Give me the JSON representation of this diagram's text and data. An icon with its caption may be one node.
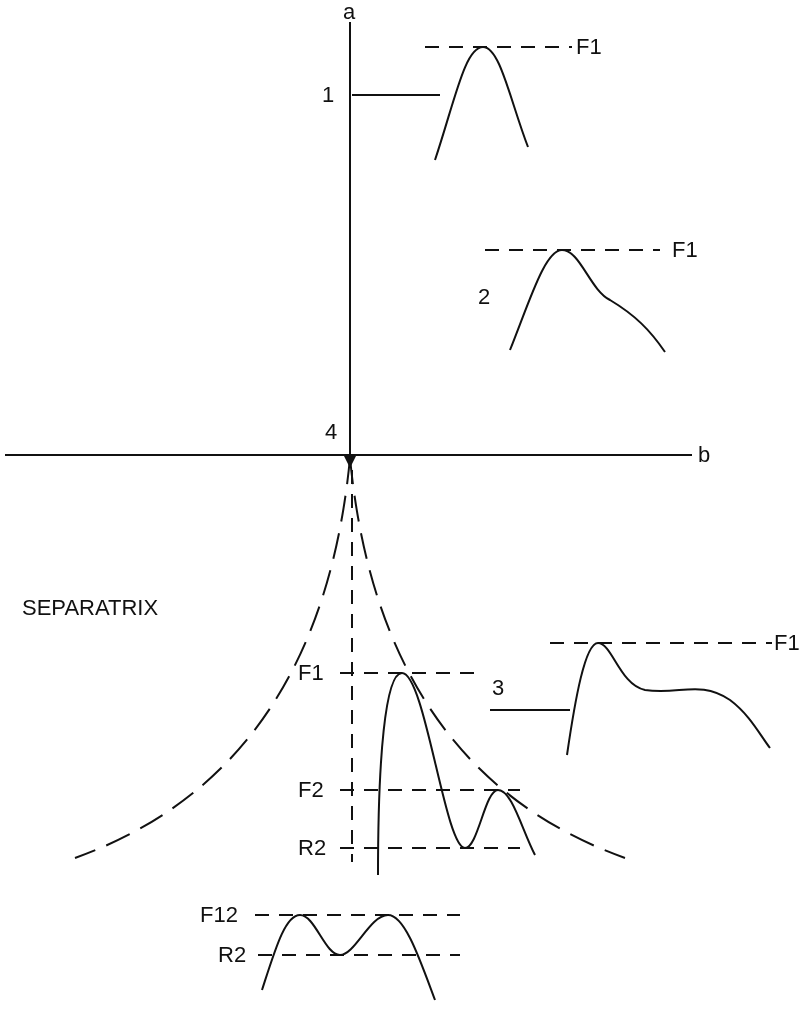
{
  "diagram": {
    "labels": [
      "a",
      "F1",
      "1",
      "F1",
      "2",
      "4",
      "b",
      "SEPARATRIX",
      "F1",
      "F1",
      "3",
      "F2",
      "R2",
      "F12",
      "R2"
    ]
  }
}
